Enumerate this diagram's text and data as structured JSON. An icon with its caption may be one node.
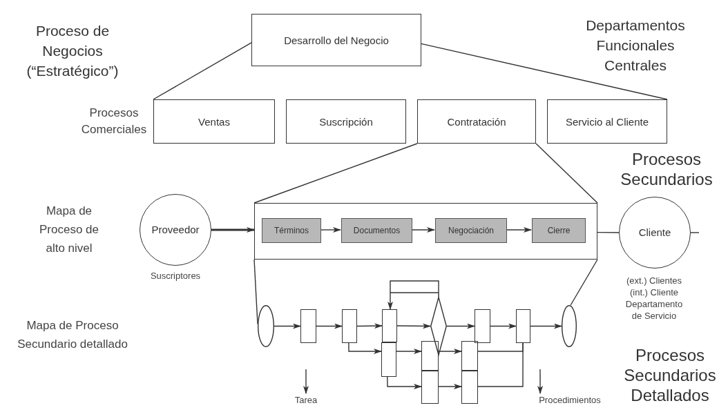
{
  "diagram": {
    "nodes": [
      {
        "text": [
          "Desarrollo del Negocio"
        ]
      },
      {
        "text": [
          "Ventas"
        ]
      },
      {
        "text": [
          "Suscripción"
        ]
      },
      {
        "text": [
          "Contratación"
        ]
      },
      {
        "text": [
          "Servicio al Cliente"
        ]
      },
      {
        "text": [],
        "shape": "box"
      },
      {
        "text": [
          "Términos"
        ],
        "in": 5
      },
      {
        "text": [
          "Documentos"
        ],
        "in": 5
      },
      {
        "text": [
          "Negociación"
        ],
        "in": 5
      },
      {
        "text": [
          "Cierre"
        ],
        "in": 5
      },
      {
        "text": [
          "Proveedor"
        ],
        "beside": [
          "Suscriptores"
        ]
      },
      {
        "text": [
          "Cliente"
        ],
        "beside": [
          "(ext.) Clientes (int.) Cliente Departamento de Servicio"
        ]
      },
      {
        "text": [],
        "shape": "ellipse"
      },
      {
        "text": [],
        "shape": "box"
      },
      {
        "text": [],
        "shape": "box"
      },
      {
        "text": [],
        "shape": "box"
      },
      {
        "text": [],
        "shape": "box"
      },
      {
        "text": [],
        "shape": "diamond"
      },
      {
        "text": [],
        "shape": "box"
      },
      {
        "text": [],
        "shape": "box"
      },
      {
        "text": [],
        "shape": "box"
      },
      {
        "text": [],
        "shape": "box"
      },
      {
        "text": [],
        "shape": "box"
      },
      {
        "text": [],
        "shape": "box"
      },
      {
        "text": [],
        "shape": "ellipse"
      },
      {
        "text": [
          "Tarea"
        ]
      },
      {
        "text": [
          "Procedimientos"
        ]
      }
    ],
    "edges": [
      {
        "from": 0,
        "to": 1,
        "arrow": "none"
      },
      {
        "from": 0,
        "to": 4,
        "arrow": "none"
      },
      {
        "from": 3,
        "to": 5,
        "arrow": "none"
      },
      {
        "from": 3,
        "to": 5,
        "arrow": "none"
      },
      {
        "from": 6,
        "to": 7,
        "arrow": "to"
      },
      {
        "from": 7,
        "to": 8,
        "arrow": "to"
      },
      {
        "from": 8,
        "to": 9,
        "arrow": "to"
      },
      {
        "from": 10,
        "to": 5,
        "arrow": "to",
        "style": "thick"
      },
      {
        "from": 5,
        "to": 11,
        "arrow": "none"
      },
      {
        "from": 12,
        "to": 13,
        "arrow": "to"
      },
      {
        "from": 13,
        "to": 14,
        "arrow": "to"
      },
      {
        "from": 14,
        "to": 15,
        "arrow": "to"
      },
      {
        "from": 15,
        "to": 17,
        "arrow": "to"
      },
      {
        "from": 17,
        "to": 20,
        "arrow": "to"
      },
      {
        "from": 20,
        "to": 23,
        "arrow": "to"
      },
      {
        "from": 23,
        "to": 24,
        "arrow": "to"
      },
      {
        "from": 17,
        "to": 15,
        "arrow": "to"
      },
      {
        "from": 14,
        "to": 16,
        "arrow": "to"
      },
      {
        "from": 16,
        "to": 18,
        "arrow": "to"
      },
      {
        "from": 16,
        "to": 19,
        "arrow": "to"
      },
      {
        "from": 18,
        "to": 21,
        "arrow": "to"
      },
      {
        "from": 19,
        "to": 22,
        "arrow": "to"
      },
      {
        "from": 21,
        "to": 23,
        "arrow": "none"
      },
      {
        "from": 22,
        "to": 23,
        "arrow": "none"
      },
      {
        "from": null,
        "to": 25,
        "arrow": "to"
      },
      {
        "from": null,
        "to": 26,
        "arrow": "to"
      },
      {
        "from": 5,
        "to": 12,
        "arrow": "none"
      },
      {
        "from": 5,
        "to": 24,
        "arrow": "none"
      }
    ],
    "labels": [
      "Proceso de Negocios (“Estratégico”)",
      "Departamentos Funcionales Centrales",
      "Procesos Comerciales",
      "Procesos Secundarios",
      "Mapa de Proceso de alto nivel",
      "Mapa de Proceso Secundario detallado",
      "Procesos Secundarios Detallados"
    ]
  }
}
